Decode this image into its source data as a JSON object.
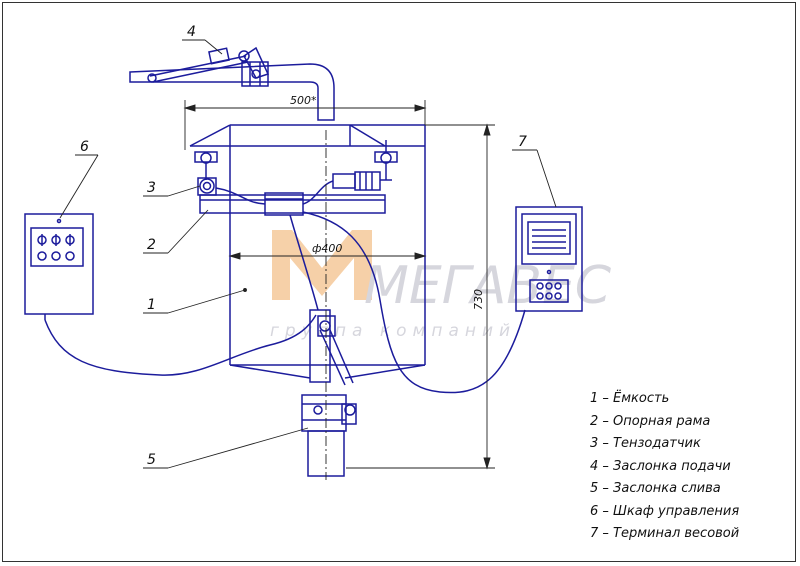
{
  "callouts": {
    "c1": "1",
    "c2": "2",
    "c3": "3",
    "c4": "4",
    "c5": "5",
    "c6": "6",
    "c7": "7"
  },
  "dimensions": {
    "width_top": "500*",
    "diameter": "ф400",
    "height": "730"
  },
  "watermark": {
    "brand": "МЕГАВЕС",
    "subtitle": "группа компаний"
  },
  "legend": [
    "1 – Ёмкость",
    "2 – Опорная рама",
    "3 – Тензодатчик",
    "4 – Заслонка подачи",
    "5 – Заслонка слива",
    "6 – Шкаф управления",
    "7 – Терминал весовой"
  ],
  "colors": {
    "line": "#1c1c9c",
    "dim": "#222222",
    "watermark": "#f3b77a"
  }
}
